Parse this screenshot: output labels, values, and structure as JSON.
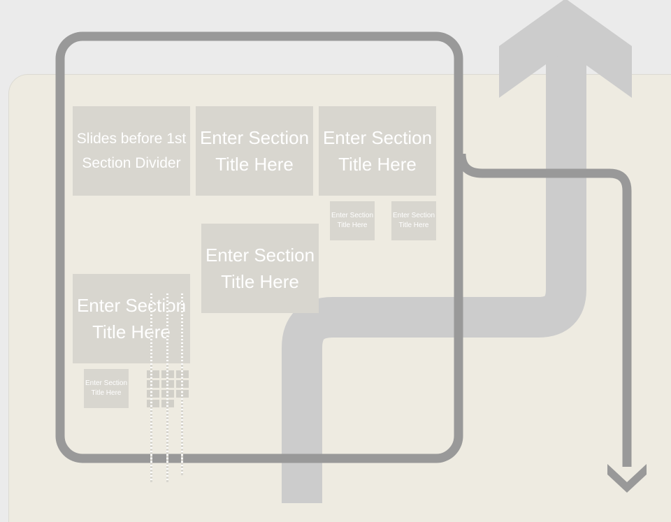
{
  "sections": [
    {
      "id": "before-first",
      "label": "Slides before 1st Section Divider"
    },
    {
      "id": "section-1",
      "label": "Enter Section Title Here"
    },
    {
      "id": "section-2",
      "label": "Enter Section Title Here"
    },
    {
      "id": "sub-2a",
      "label": "Enter Section Title Here"
    },
    {
      "id": "sub-2b",
      "label": "Enter Section Title Here"
    },
    {
      "id": "section-3",
      "label": "Enter Section Title Here"
    },
    {
      "id": "section-4",
      "label": "Enter Section Title Here"
    },
    {
      "id": "sub-4a",
      "label": "Enter Section Title Here"
    }
  ],
  "colors": {
    "background": "#ebebeb",
    "panel": "#eeebe1",
    "loop_stroke": "#999999",
    "arrow_fill": "#cccccc",
    "box_fill": "#d8d6cf",
    "box_text": "#ffffff"
  },
  "icons": {
    "large_arrow": "up-arrow",
    "small_arrow": "down-arrow"
  }
}
